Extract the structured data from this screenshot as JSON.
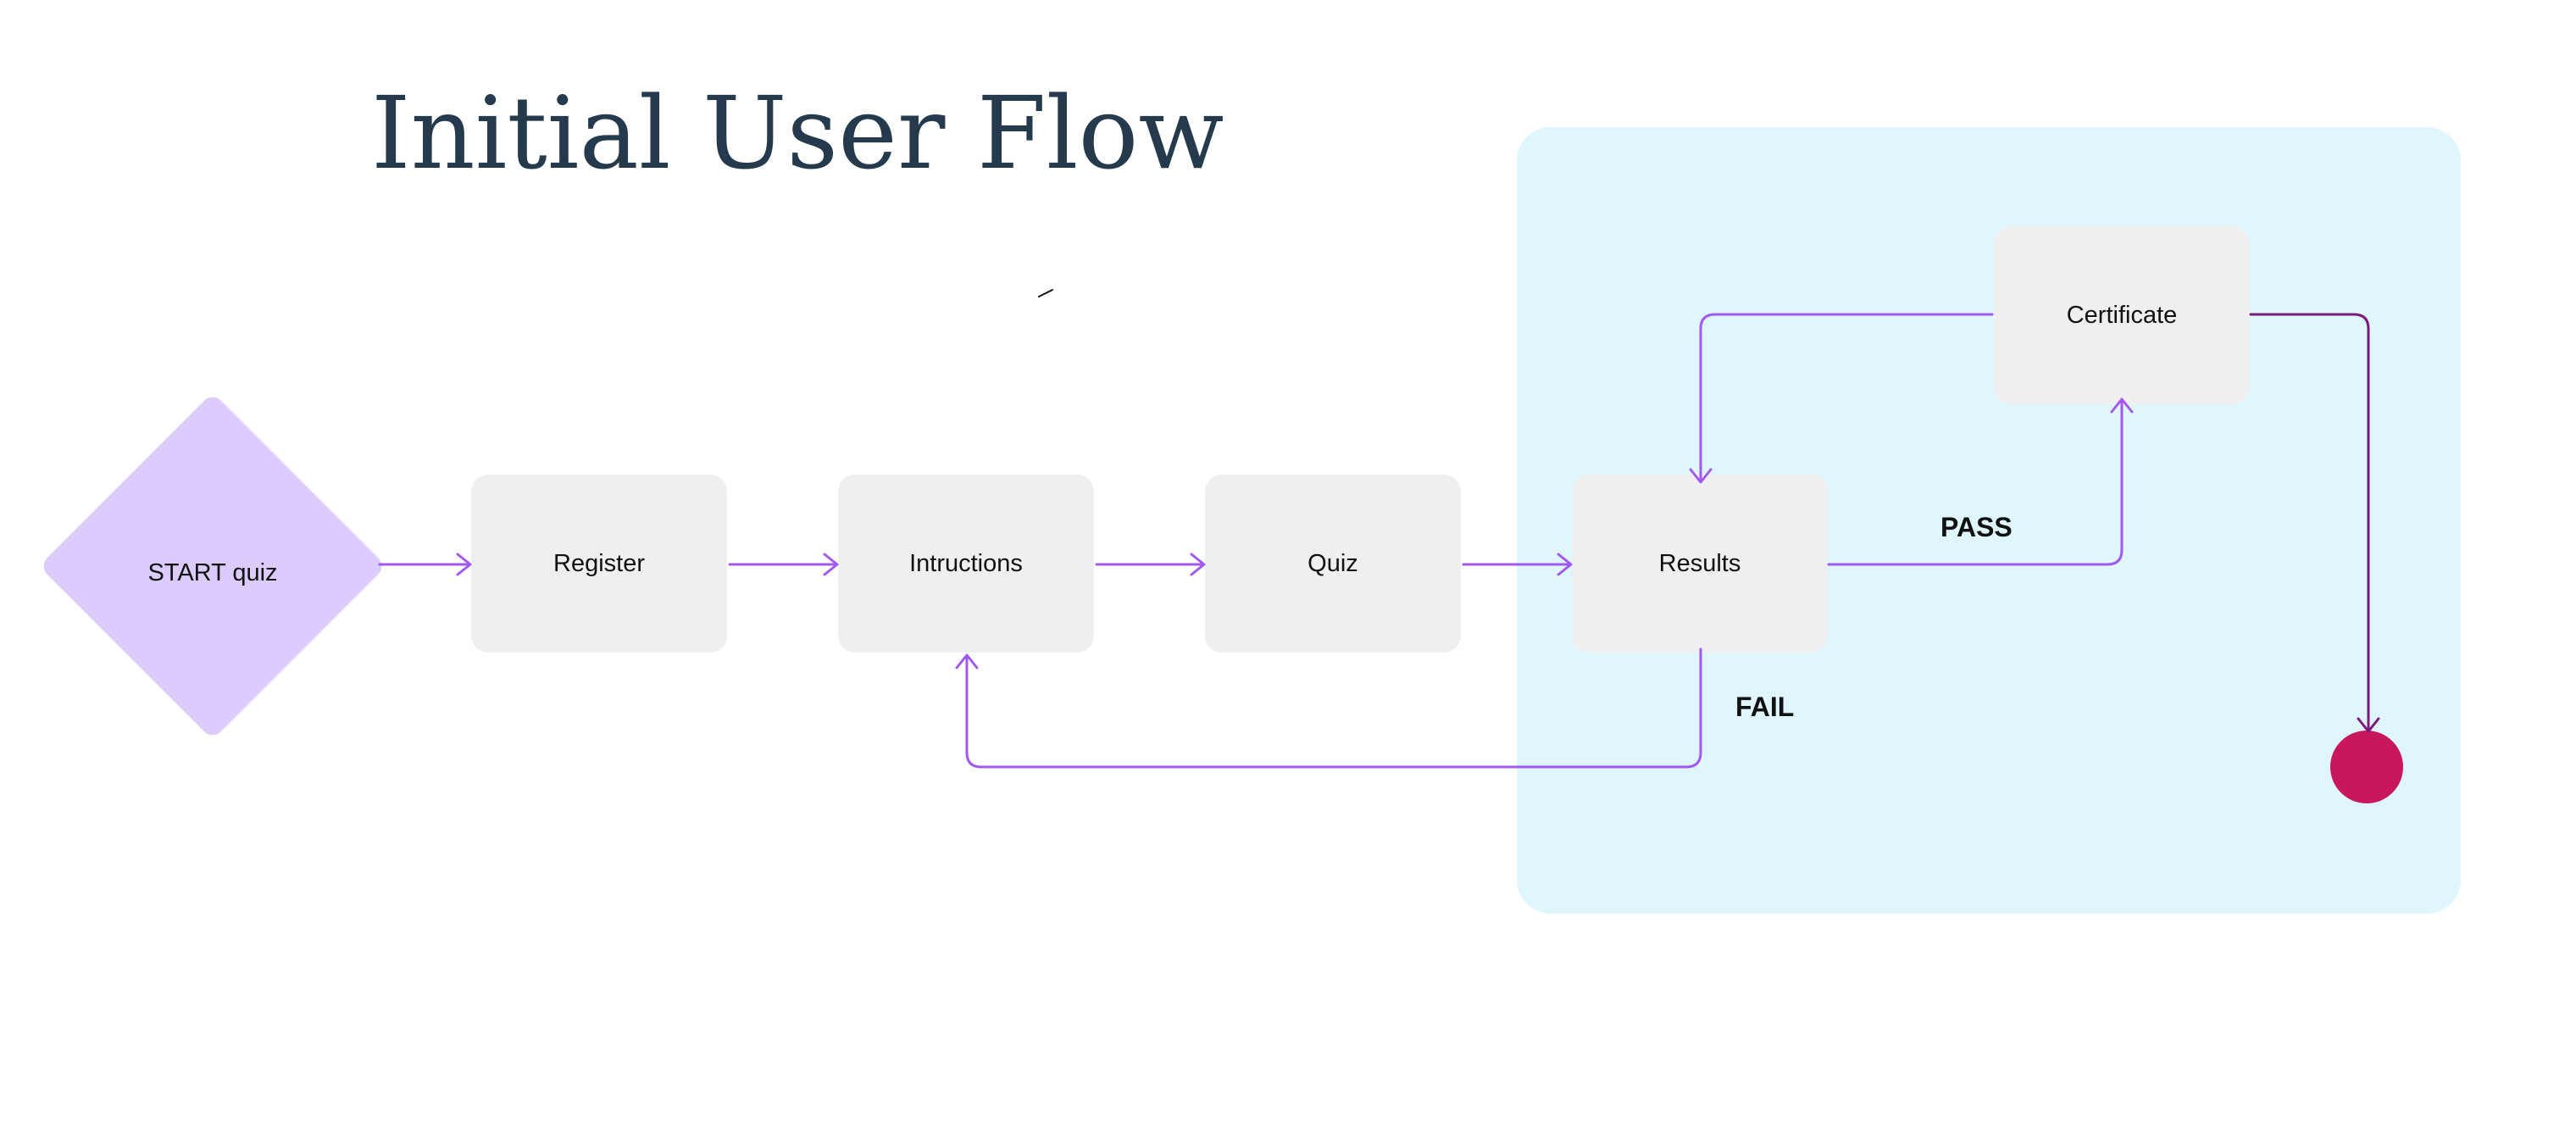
{
  "title": "Initial User Flow",
  "colors": {
    "title": "#253a4d",
    "region": "#dff7fc",
    "node": "#efefef",
    "start": "#dccbfd",
    "connector": "#a259f0",
    "exit_connector": "#7b1a7c",
    "end": "#c8175a"
  },
  "nodes": {
    "start": "START quiz",
    "register": "Register",
    "instructions": "Intructions",
    "quiz": "Quiz",
    "results": "Results",
    "certificate": "Certificate"
  },
  "edges": {
    "pass": "PASS",
    "fail": "FAIL"
  }
}
